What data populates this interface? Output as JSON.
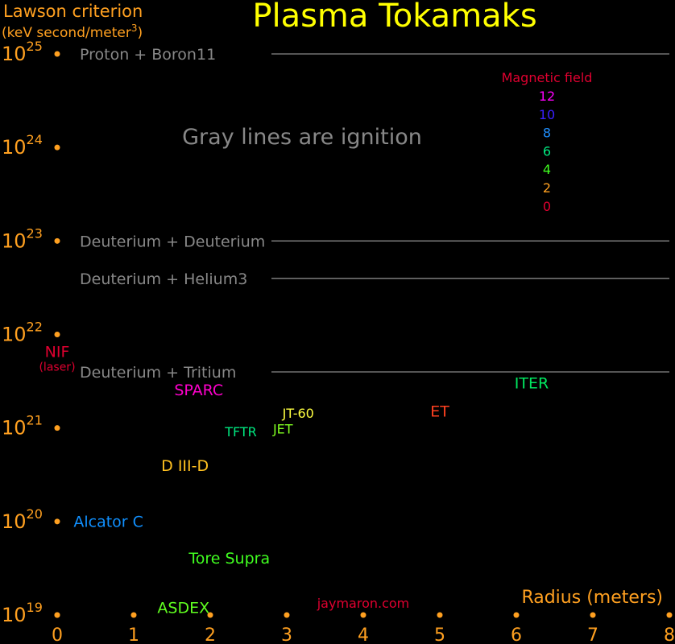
{
  "chart_data": {
    "type": "scatter",
    "title": "Plasma Tokamaks",
    "ylabel": "Lawson criterion",
    "ylabel_units": "(keV second/meter",
    "ylabel_units_sup": "3",
    "ylabel_units_close": ")",
    "xlabel": "Radius (meters)",
    "xlim": [
      0,
      8
    ],
    "ylim_log10": [
      19,
      25
    ],
    "x_ticks": [
      "0",
      "1",
      "2",
      "3",
      "4",
      "5",
      "6",
      "7",
      "8"
    ],
    "y_ticks": [
      {
        "exp": 25,
        "base": "10",
        "sup": "25"
      },
      {
        "exp": 24,
        "base": "10",
        "sup": "24"
      },
      {
        "exp": 23,
        "base": "10",
        "sup": "23"
      },
      {
        "exp": 22,
        "base": "10",
        "sup": "22"
      },
      {
        "exp": 21,
        "base": "10",
        "sup": "21"
      },
      {
        "exp": 20,
        "base": "10",
        "sup": "20"
      },
      {
        "exp": 19,
        "base": "10",
        "sup": "19"
      }
    ],
    "annotation": "Gray lines are ignition",
    "ignition_lines": [
      {
        "label": "Proton + Boron11",
        "log10_y": 25.0
      },
      {
        "label": "Deuterium + Deuterium",
        "log10_y": 23.0
      },
      {
        "label": "Deuterium + Helium3",
        "log10_y": 22.6
      },
      {
        "label": "Deuterium + Tritium",
        "log10_y": 21.6
      }
    ],
    "legend": {
      "title": "Magnetic field",
      "placement": "top-right",
      "entries": [
        {
          "label": "12",
          "color": "#ff00ff"
        },
        {
          "label": "10",
          "color": "#3a20ff"
        },
        {
          "label": "8",
          "color": "#2090ff"
        },
        {
          "label": "6",
          "color": "#00e880"
        },
        {
          "label": "4",
          "color": "#40ff20"
        },
        {
          "label": "2",
          "color": "#ffa020"
        },
        {
          "label": "0",
          "color": "#e00030"
        }
      ],
      "title_color": "#e00030"
    },
    "points": [
      {
        "name": "NIF",
        "x": 0.0,
        "log10_y": 21.82,
        "color": "#e00030"
      },
      {
        "name": "SPARC",
        "x": 1.85,
        "log10_y": 21.41,
        "color": "#ff00cc"
      },
      {
        "name": "JT-60",
        "x": 3.15,
        "log10_y": 21.16,
        "color": "#ffff40"
      },
      {
        "name": "JET",
        "x": 2.95,
        "log10_y": 20.99,
        "color": "#80ff20"
      },
      {
        "name": "TFTR",
        "x": 2.4,
        "log10_y": 20.96,
        "color": "#00e880"
      },
      {
        "name": "ET",
        "x": 5.0,
        "log10_y": 21.18,
        "color": "#ff4020"
      },
      {
        "name": "ITER",
        "x": 6.2,
        "log10_y": 21.48,
        "color": "#00e860"
      },
      {
        "name": "D III-D",
        "x": 1.67,
        "log10_y": 20.6,
        "color": "#ffc020"
      },
      {
        "name": "Alcator C",
        "x": 0.67,
        "log10_y": 20.0,
        "color": "#1090ff"
      },
      {
        "name": "Tore Supra",
        "x": 2.25,
        "log10_y": 19.61,
        "color": "#40ff20"
      },
      {
        "name": "ASDEX",
        "x": 1.65,
        "log10_y": 19.08,
        "color": "#60ff20"
      }
    ],
    "nif_sub": "(laser)",
    "credit": "jaymaron.com",
    "colors": {
      "axis": "#ffa020",
      "title": "#ffff00",
      "ignition": "#888888",
      "credit": "#e00030"
    }
  }
}
